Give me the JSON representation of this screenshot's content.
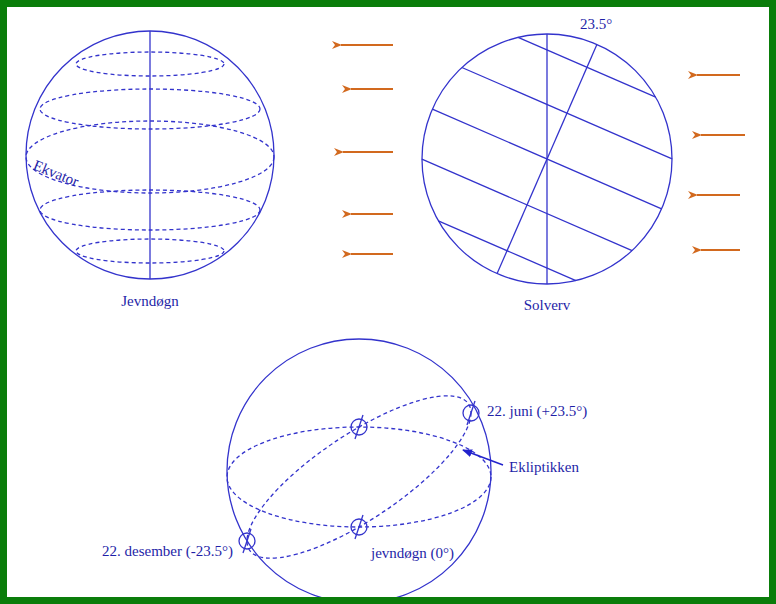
{
  "diagram": {
    "labels": [
      "Ekvator",
      "Jevndøgn",
      "23.5°",
      "Solverv",
      "22. juni (+23.5°)",
      "Ekliptikken",
      "22. desember (-23.5°)",
      "jevndøgn (0°)"
    ]
  }
}
